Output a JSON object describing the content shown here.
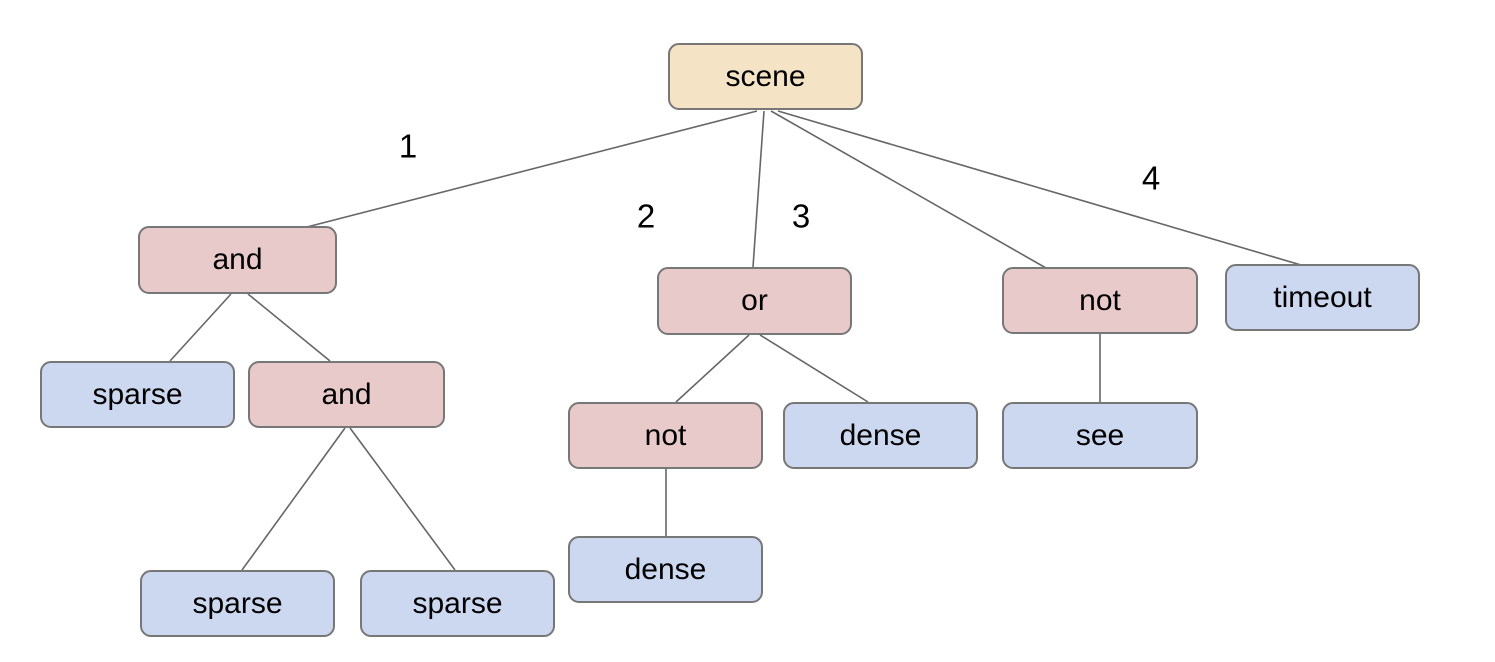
{
  "diagram": {
    "type": "tree",
    "background": "#ffffff",
    "colors": {
      "root_fill": "#f5e3c6",
      "operator_fill": "#e9caca",
      "leaf_fill": "#ccd7f0",
      "node_border": "#777777",
      "edge_stroke": "#666666",
      "text": "#000000"
    },
    "nodes": {
      "scene": {
        "label": "scene",
        "kind": "root"
      },
      "and1": {
        "label": "and",
        "kind": "operator"
      },
      "or1": {
        "label": "or",
        "kind": "operator"
      },
      "not1": {
        "label": "not",
        "kind": "operator"
      },
      "timeout": {
        "label": "timeout",
        "kind": "leaf"
      },
      "sparse1": {
        "label": "sparse",
        "kind": "leaf"
      },
      "and2": {
        "label": "and",
        "kind": "operator"
      },
      "not2": {
        "label": "not",
        "kind": "operator"
      },
      "dense1": {
        "label": "dense",
        "kind": "leaf"
      },
      "see1": {
        "label": "see",
        "kind": "leaf"
      },
      "sparse2": {
        "label": "sparse",
        "kind": "leaf"
      },
      "sparse3": {
        "label": "sparse",
        "kind": "leaf"
      },
      "dense2": {
        "label": "dense",
        "kind": "leaf"
      }
    },
    "edges": [
      {
        "from": "scene",
        "to": "and1",
        "label": "1"
      },
      {
        "from": "scene",
        "to": "or1",
        "label": "2"
      },
      {
        "from": "scene",
        "to": "not1",
        "label": "3"
      },
      {
        "from": "scene",
        "to": "timeout",
        "label": "4"
      },
      {
        "from": "and1",
        "to": "sparse1",
        "label": ""
      },
      {
        "from": "and1",
        "to": "and2",
        "label": ""
      },
      {
        "from": "and2",
        "to": "sparse2",
        "label": ""
      },
      {
        "from": "and2",
        "to": "sparse3",
        "label": ""
      },
      {
        "from": "or1",
        "to": "not2",
        "label": ""
      },
      {
        "from": "or1",
        "to": "dense1",
        "label": ""
      },
      {
        "from": "not2",
        "to": "dense2",
        "label": ""
      },
      {
        "from": "not1",
        "to": "see1",
        "label": ""
      }
    ]
  }
}
